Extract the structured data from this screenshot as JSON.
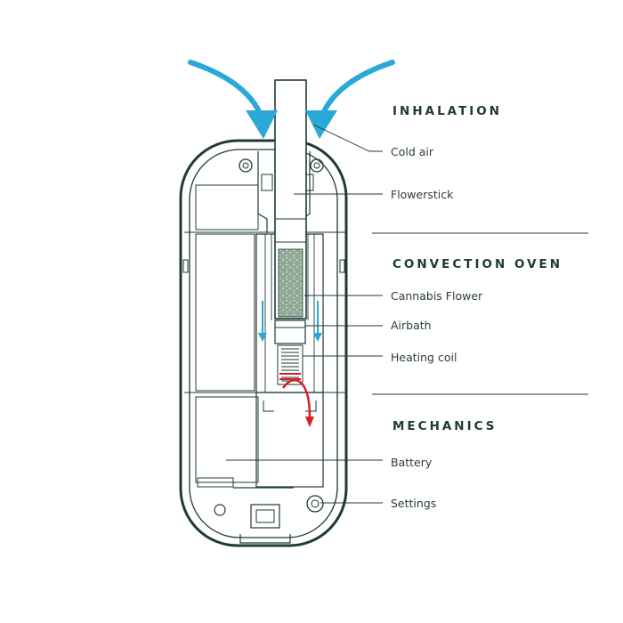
{
  "sections": [
    {
      "id": "inhalation",
      "title": "INHALATION"
    },
    {
      "id": "convection",
      "title": "CONVECTION OVEN"
    },
    {
      "id": "mechanics",
      "title": "MECHANICS"
    }
  ],
  "callouts": [
    {
      "id": "cold-air",
      "label": "Cold air"
    },
    {
      "id": "flowerstick",
      "label": "Flowerstick"
    },
    {
      "id": "cannabis-flower",
      "label": "Cannabis Flower"
    },
    {
      "id": "airbath",
      "label": "Airbath"
    },
    {
      "id": "heating-coil",
      "label": "Heating coil"
    },
    {
      "id": "battery",
      "label": "Battery"
    },
    {
      "id": "settings",
      "label": "Settings"
    }
  ],
  "colors": {
    "outline": "#1e3a36",
    "airflow": "#2aa9d8",
    "heat": "#d62027",
    "herb": "#8fa895"
  }
}
